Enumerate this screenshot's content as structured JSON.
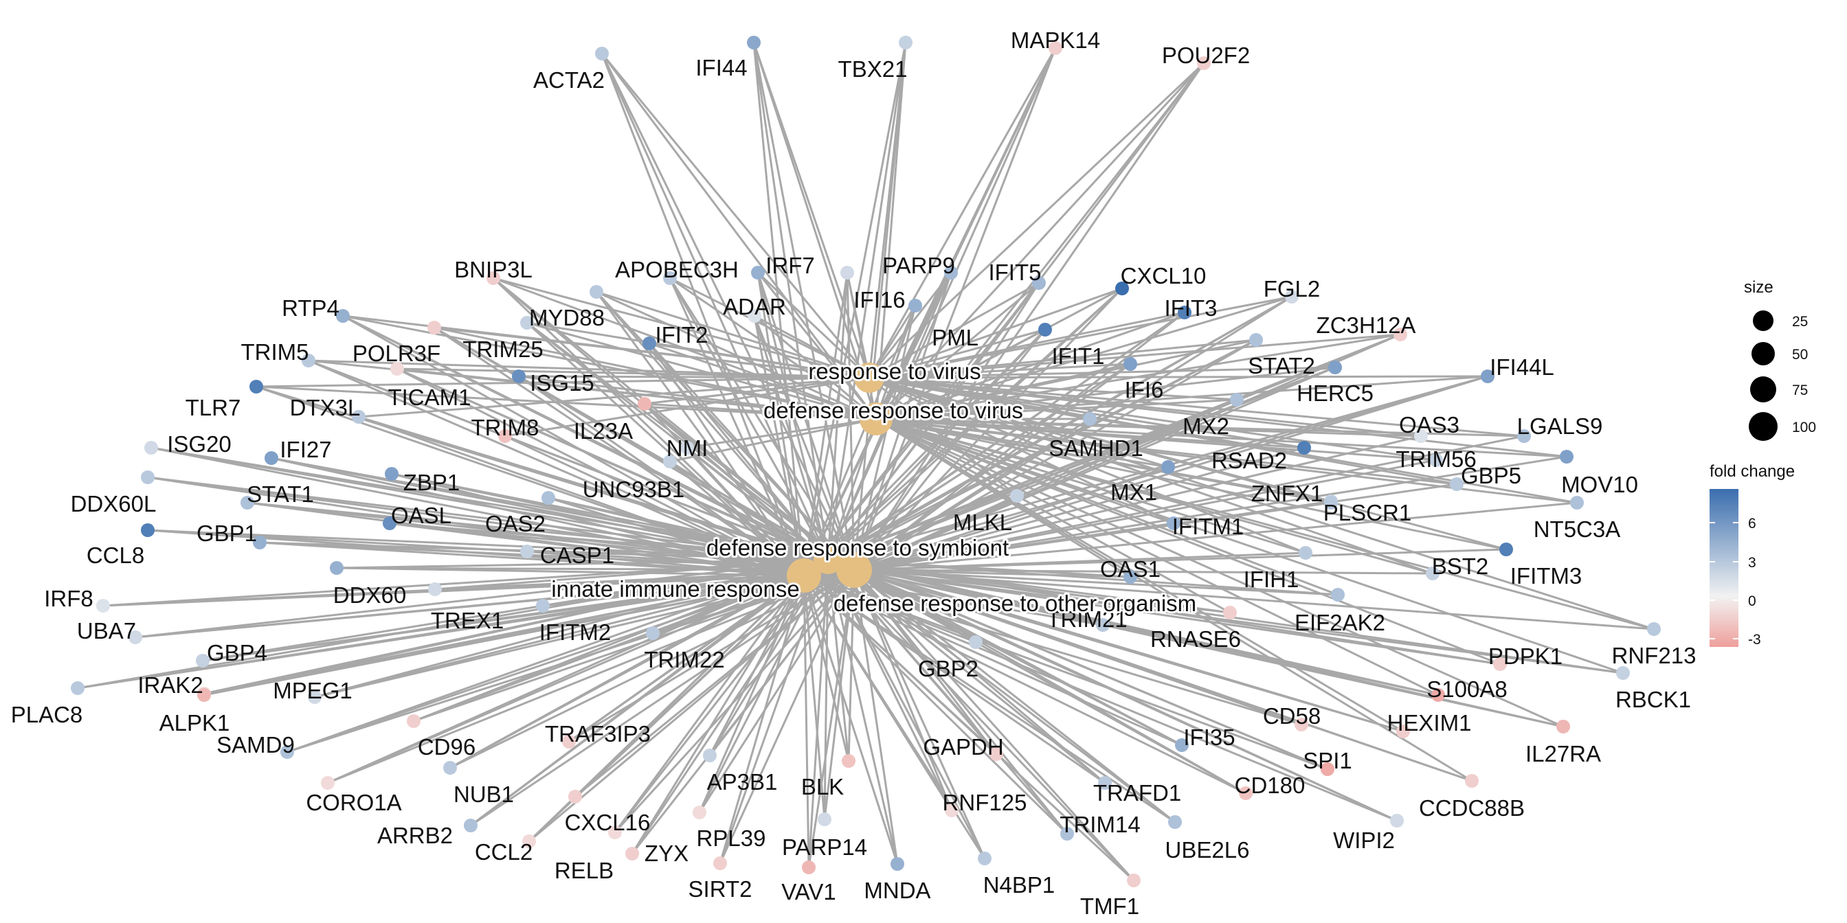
{
  "legend": {
    "size_title": "size",
    "size_entries": [
      "25",
      "50",
      "75",
      "100"
    ],
    "color_title": "fold change",
    "color_ticks": [
      "6",
      "3",
      "0",
      "-3"
    ],
    "color_high": "#3a6eae",
    "color_mid": "#f2f2f2",
    "color_low": "#ee9f9b"
  },
  "terms": [
    {
      "name": "response to virus"
    },
    {
      "name": "defense response to virus"
    },
    {
      "name": "defense response to symbiont"
    },
    {
      "name": "innate immune response"
    },
    {
      "name": "defense response to other organism"
    }
  ],
  "genes": [
    {
      "name": "ACTA2",
      "fc": 2.5
    },
    {
      "name": "IFI44",
      "fc": 4.5
    },
    {
      "name": "TBX21",
      "fc": 2
    },
    {
      "name": "MAPK14",
      "fc": -1.5
    },
    {
      "name": "POU2F2",
      "fc": -1.5
    },
    {
      "name": "BNIP3L",
      "fc": -1.5
    },
    {
      "name": "APOBEC3H",
      "fc": 2.5
    },
    {
      "name": "IRF7",
      "fc": 4
    },
    {
      "name": "PARP9",
      "fc": 3.5
    },
    {
      "name": "CXCL10",
      "fc": 8
    },
    {
      "name": "ADAR",
      "fc": 1
    },
    {
      "name": "IFI16",
      "fc": 1.5
    },
    {
      "name": "PML",
      "fc": 4
    },
    {
      "name": "IFIT5",
      "fc": 3.5
    },
    {
      "name": "IFIT3",
      "fc": 7
    },
    {
      "name": "FGL2",
      "fc": 1.5
    },
    {
      "name": "ZC3H12A",
      "fc": -1.5
    },
    {
      "name": "RTP4",
      "fc": 4
    },
    {
      "name": "MYD88",
      "fc": 2.5
    },
    {
      "name": "POLR3F",
      "fc": -1.5
    },
    {
      "name": "IFIT2",
      "fc": 6
    },
    {
      "name": "TRIM25",
      "fc": 2
    },
    {
      "name": "IFIT1",
      "fc": 7
    },
    {
      "name": "TRIM5",
      "fc": 2.5
    },
    {
      "name": "TICAM1",
      "fc": -1
    },
    {
      "name": "ISG15",
      "fc": 6
    },
    {
      "name": "IFI6",
      "fc": 5
    },
    {
      "name": "STAT2",
      "fc": 3
    },
    {
      "name": "HERC5",
      "fc": 5
    },
    {
      "name": "IFI44L",
      "fc": 5
    },
    {
      "name": "TLR7",
      "fc": 7
    },
    {
      "name": "DTX3L",
      "fc": 2.5
    },
    {
      "name": "TRIM8",
      "fc": -2
    },
    {
      "name": "IL23A",
      "fc": -2.5
    },
    {
      "name": "MX2",
      "fc": 3
    },
    {
      "name": "OAS3",
      "fc": 1
    },
    {
      "name": "ISG20",
      "fc": 1.5
    },
    {
      "name": "SAMHD1",
      "fc": 3
    },
    {
      "name": "RSAD2",
      "fc": 7
    },
    {
      "name": "TRIM56",
      "fc": 2
    },
    {
      "name": "LGALS9",
      "fc": 3
    },
    {
      "name": "NMI",
      "fc": 1.5
    },
    {
      "name": "IFI27",
      "fc": 5
    },
    {
      "name": "GBP5",
      "fc": 2.5
    },
    {
      "name": "MOV10",
      "fc": 5
    },
    {
      "name": "DDX60L",
      "fc": 2.5
    },
    {
      "name": "ZBP1",
      "fc": 5
    },
    {
      "name": "UNC93B1",
      "fc": 2
    },
    {
      "name": "MX1",
      "fc": 5
    },
    {
      "name": "ZNFX1",
      "fc": 2
    },
    {
      "name": "STAT1",
      "fc": 3
    },
    {
      "name": "PLSCR1",
      "fc": 2.5
    },
    {
      "name": "OASL",
      "fc": 6
    },
    {
      "name": "OAS2",
      "fc": 3
    },
    {
      "name": "MLKL",
      "fc": 2
    },
    {
      "name": "IFITM1",
      "fc": 4
    },
    {
      "name": "NT5C3A",
      "fc": 3
    },
    {
      "name": "CCL8",
      "fc": 7
    },
    {
      "name": "GBP1",
      "fc": 4
    },
    {
      "name": "CASP1",
      "fc": 2
    },
    {
      "name": "IFIH1",
      "fc": 2.5
    },
    {
      "name": "BST2",
      "fc": 2
    },
    {
      "name": "IFITM3",
      "fc": 7
    },
    {
      "name": "DDX60",
      "fc": 4
    },
    {
      "name": "OAS1",
      "fc": 4
    },
    {
      "name": "IRF8",
      "fc": 1
    },
    {
      "name": "TREX1",
      "fc": 1.5
    },
    {
      "name": "EIF2AK2",
      "fc": 3
    },
    {
      "name": "UBA7",
      "fc": 1.5
    },
    {
      "name": "IFITM2",
      "fc": 2.5
    },
    {
      "name": "RNASE6",
      "fc": -1.5
    },
    {
      "name": "RNF213",
      "fc": 2.5
    },
    {
      "name": "GBP4",
      "fc": 2
    },
    {
      "name": "TRIM22",
      "fc": 2.5
    },
    {
      "name": "TRIM21",
      "fc": 2.5
    },
    {
      "name": "PDPK1",
      "fc": -1.5
    },
    {
      "name": "IRAK2",
      "fc": -1
    },
    {
      "name": "GBP2",
      "fc": 2
    },
    {
      "name": "S100A8",
      "fc": -3
    },
    {
      "name": "RBCK1",
      "fc": 2
    },
    {
      "name": "PLAC8",
      "fc": 2.5
    },
    {
      "name": "MPEG1",
      "fc": 1.5
    },
    {
      "name": "ALPK1",
      "fc": -2.5
    },
    {
      "name": "HEXIM1",
      "fc": -1.5
    },
    {
      "name": "IL27RA",
      "fc": -2.5
    },
    {
      "name": "TRAF3IP3",
      "fc": -1.5
    },
    {
      "name": "CD58",
      "fc": -1.5
    },
    {
      "name": "SAMD9",
      "fc": 3
    },
    {
      "name": "CD96",
      "fc": -1.5
    },
    {
      "name": "IFI35",
      "fc": 4
    },
    {
      "name": "SPI1",
      "fc": -3
    },
    {
      "name": "GAPDH",
      "fc": -1.5
    },
    {
      "name": "AP3B1",
      "fc": 2
    },
    {
      "name": "BLK",
      "fc": -2
    },
    {
      "name": "CD180",
      "fc": -2
    },
    {
      "name": "CORO1A",
      "fc": -1
    },
    {
      "name": "NUB1",
      "fc": 2.5
    },
    {
      "name": "TRAFD1",
      "fc": 2.5
    },
    {
      "name": "CCDC88B",
      "fc": -1.5
    },
    {
      "name": "CXCL16",
      "fc": -1.5
    },
    {
      "name": "RNF125",
      "fc": -1
    },
    {
      "name": "ARRB2",
      "fc": 3
    },
    {
      "name": "RPL39",
      "fc": -1
    },
    {
      "name": "TRIM14",
      "fc": 3
    },
    {
      "name": "UBE2L6",
      "fc": 3
    },
    {
      "name": "WIPI2",
      "fc": 1.5
    },
    {
      "name": "CCL2",
      "fc": -1
    },
    {
      "name": "ZYX",
      "fc": -1.5
    },
    {
      "name": "PARP14",
      "fc": 1.5
    },
    {
      "name": "RELB",
      "fc": -1
    },
    {
      "name": "N4BP1",
      "fc": 2.5
    },
    {
      "name": "SIRT2",
      "fc": -1.5
    },
    {
      "name": "VAV1",
      "fc": -2.5
    },
    {
      "name": "MNDA",
      "fc": 4
    },
    {
      "name": "TMF1",
      "fc": -1.5
    }
  ]
}
